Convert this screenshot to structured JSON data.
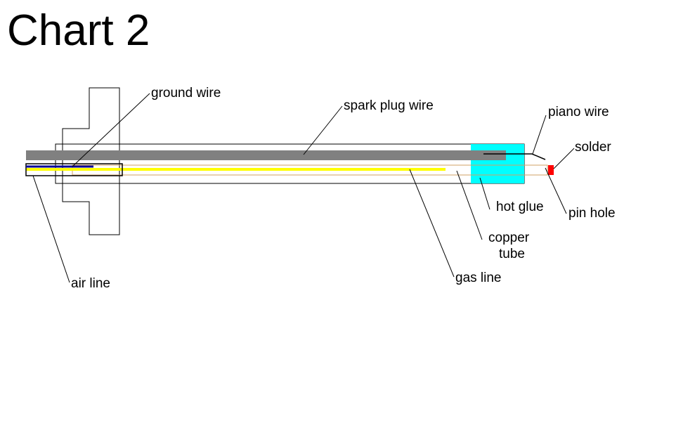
{
  "title": "Chart 2",
  "labels": {
    "ground_wire": "ground wire",
    "spark_plug_wire": "spark plug wire",
    "piano_wire": "piano wire",
    "solder": "solder",
    "hot_glue": "hot glue",
    "pin_hole": "pin hole",
    "copper": "copper",
    "tube": "tube",
    "gas_line": "gas line",
    "air_line": "air line"
  },
  "colors": {
    "spark_plug_wire": "#808080",
    "gas_line": "#ffff00",
    "ground_wire": "#000099",
    "hot_glue": "#00ffff",
    "copper_tube": "#d2a064",
    "solder": "#ff0000",
    "outline": "#000000"
  }
}
